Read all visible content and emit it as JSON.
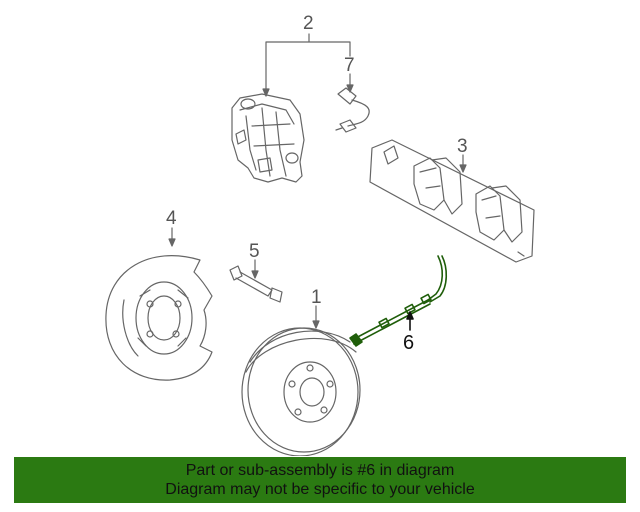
{
  "callouts": {
    "part1": "1",
    "part2": "2",
    "part3": "3",
    "part4": "4",
    "part5": "5",
    "part6": "6",
    "part7": "7"
  },
  "banner": {
    "line1": "Part or sub-assembly is #6 in diagram",
    "line2": "Diagram may not be specific to your vehicle",
    "color": "#2b7a12"
  },
  "highlight": {
    "part": "6",
    "color": "#1f5e0a"
  }
}
